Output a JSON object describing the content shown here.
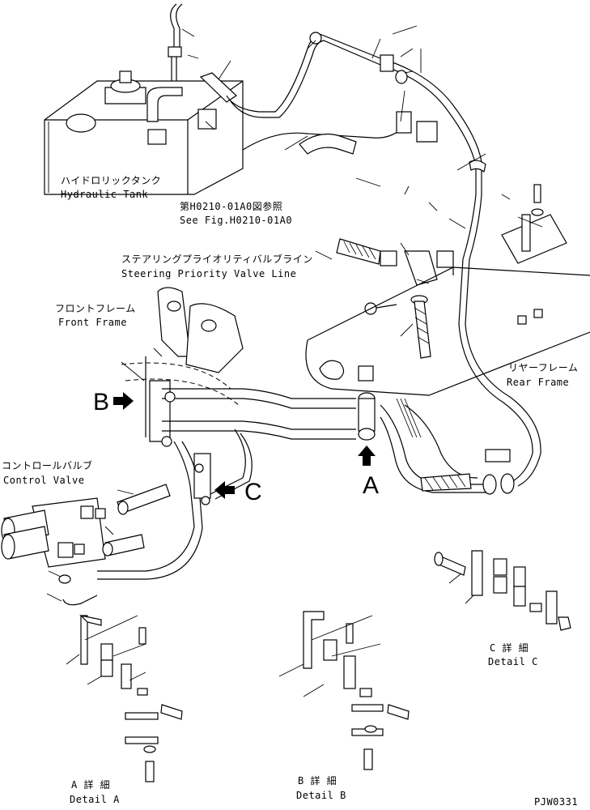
{
  "labels": {
    "hydraulic_tank_jp": "ハイドロリックタンク",
    "hydraulic_tank_en": "Hydraulic Tank",
    "see_fig_jp": "第H0210-01A0図参照",
    "see_fig_en": "See Fig.H0210-01A0",
    "steering_jp": "ステアリングプライオリティバルブライン",
    "steering_en": "Steering Priority Valve Line",
    "front_frame_jp": "フロントフレーム",
    "front_frame_en": "Front Frame",
    "rear_frame_jp": "リヤーフレーム",
    "rear_frame_en": "Rear Frame",
    "control_valve_jp": "コントロールバルブ",
    "control_valve_en": "Control Valve",
    "detail_a_jp": "A 詳 細",
    "detail_a_en": "Detail A",
    "detail_b_jp": "B 詳 細",
    "detail_b_en": "Detail B",
    "detail_c_jp": "C 詳 細",
    "detail_c_en": "Detail C",
    "view_a": "A",
    "view_b": "B",
    "view_c": "C",
    "drawing_number": "PJW0331"
  }
}
